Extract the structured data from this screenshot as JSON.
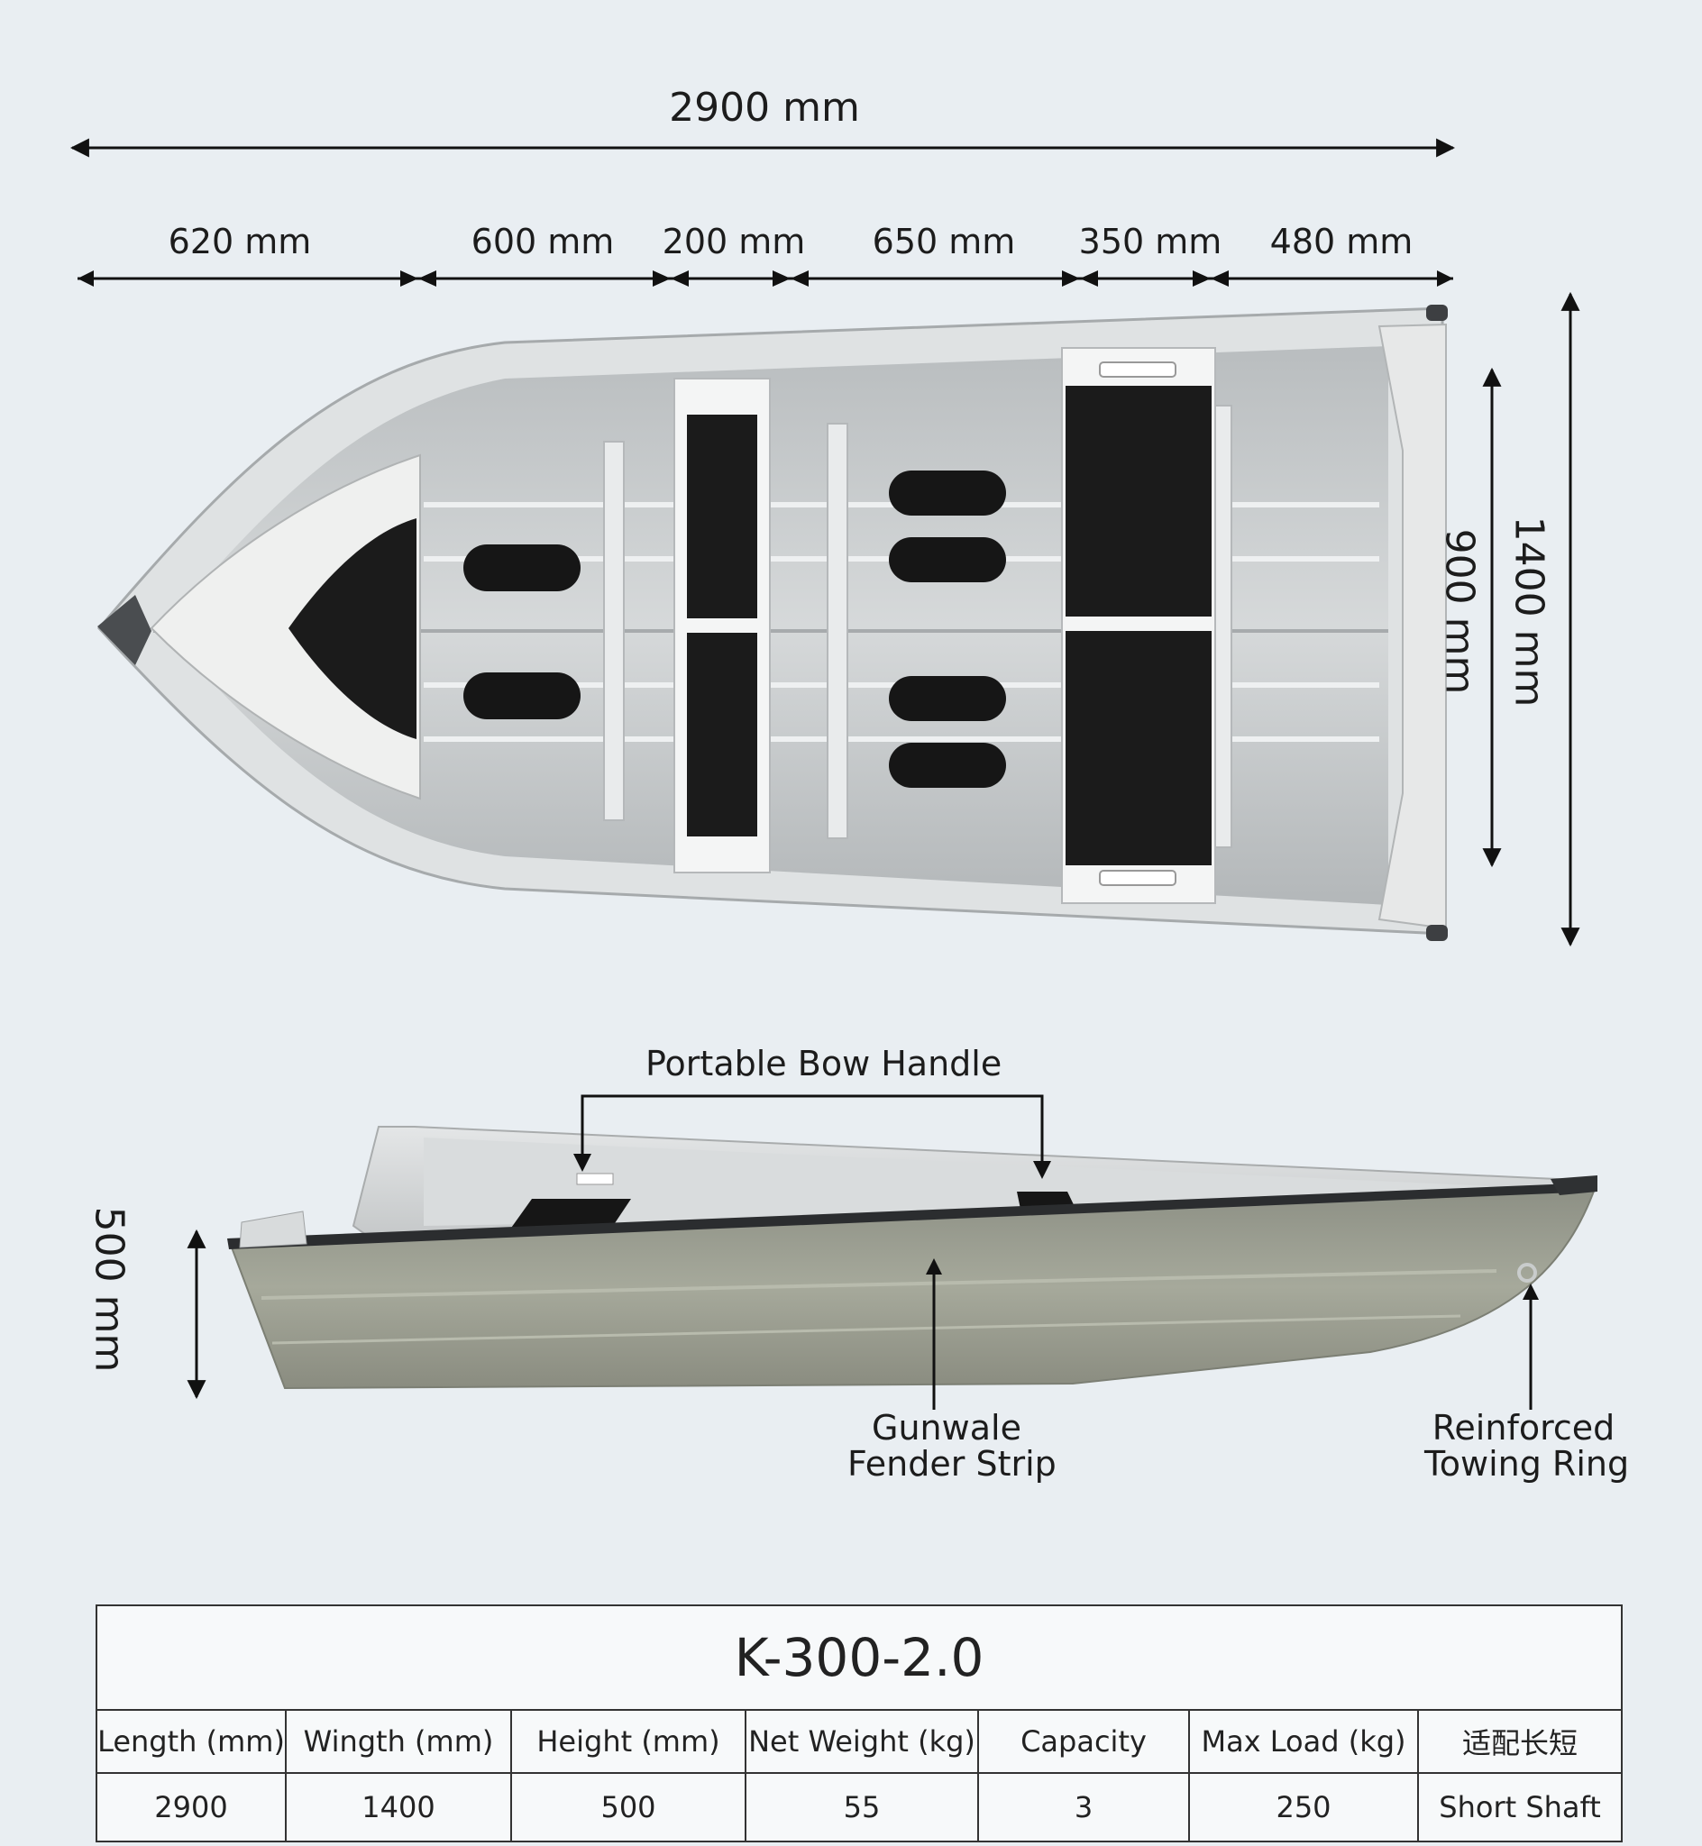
{
  "dimensions": {
    "overall_length": "2900 mm",
    "segments": [
      "620 mm",
      "600 mm",
      "200 mm",
      "650 mm",
      "350 mm",
      "480 mm"
    ],
    "inner_width": "900 mm",
    "overall_width": "1400 mm",
    "height": "500 mm"
  },
  "callouts": {
    "bow_handle": "Portable Bow Handle",
    "fender_line1": "Gunwale",
    "fender_line2": "Fender Strip",
    "towing_line1": "Reinforced",
    "towing_line2": "Towing Ring"
  },
  "spec_table": {
    "model": "K-300-2.0",
    "headers": [
      "Length (mm)",
      "Wingth (mm)",
      "Height (mm)",
      "Net Weight (kg)",
      "Capacity",
      "Max Load (kg)",
      "适配长短"
    ],
    "values": [
      "2900",
      "1400",
      "500",
      "55",
      "3",
      "250",
      "Short Shaft"
    ]
  },
  "colors": {
    "background": "#e9eef2",
    "hull_aluminum": "#c4c8c9",
    "seat_pad": "#1b1b1b",
    "side_hull": "#9ea193"
  }
}
